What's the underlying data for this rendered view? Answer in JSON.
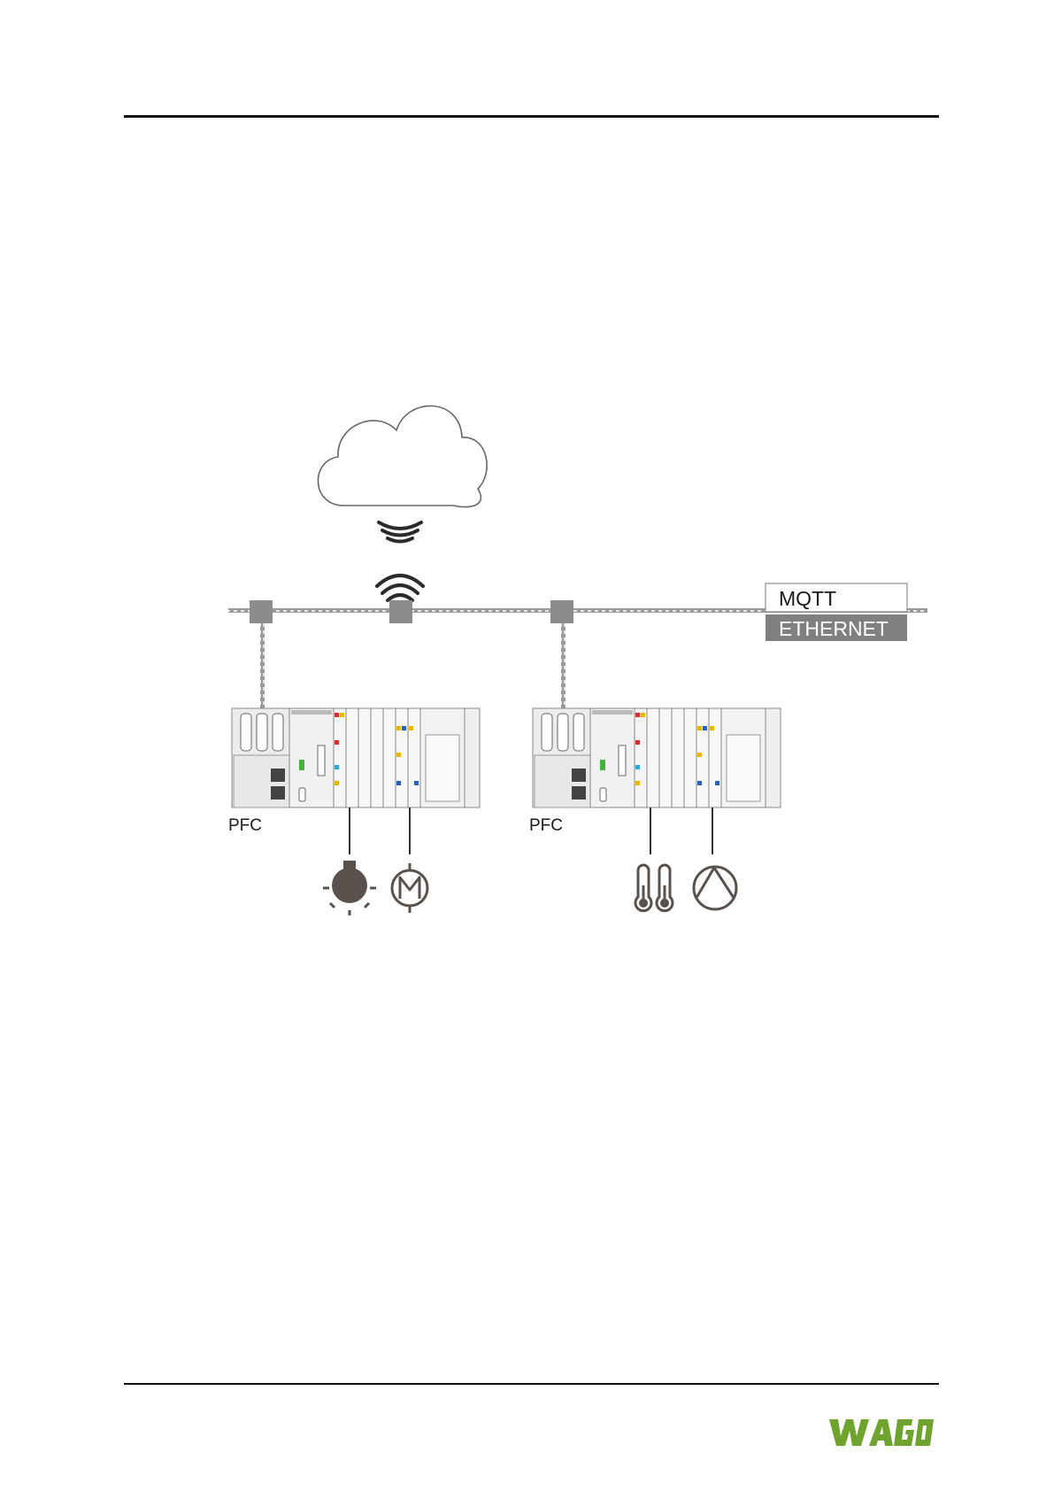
{
  "network": {
    "protocol_label": "MQTT",
    "transport_label": "ETHERNET"
  },
  "controllers": [
    {
      "label": "PFC",
      "devices": [
        "light-icon",
        "motor-icon"
      ]
    },
    {
      "label": "PFC",
      "devices": [
        "thermometer-icon",
        "pump-icon"
      ]
    }
  ],
  "cloud": {
    "icon": "cloud-icon",
    "link_icon": "wireless-icon"
  },
  "brand": {
    "logo_text": "WAGO",
    "color": "#6ea32e"
  },
  "colors": {
    "line": "#7a7a7a",
    "node": "#8c8c8c",
    "ethernet_fill": "#808080",
    "icon": "#5a514c",
    "module_red": "#d03030",
    "module_yellow": "#e8b800",
    "module_blue": "#2d5fb8",
    "module_cyan": "#2aa6d8",
    "status_green": "#46b43c"
  }
}
